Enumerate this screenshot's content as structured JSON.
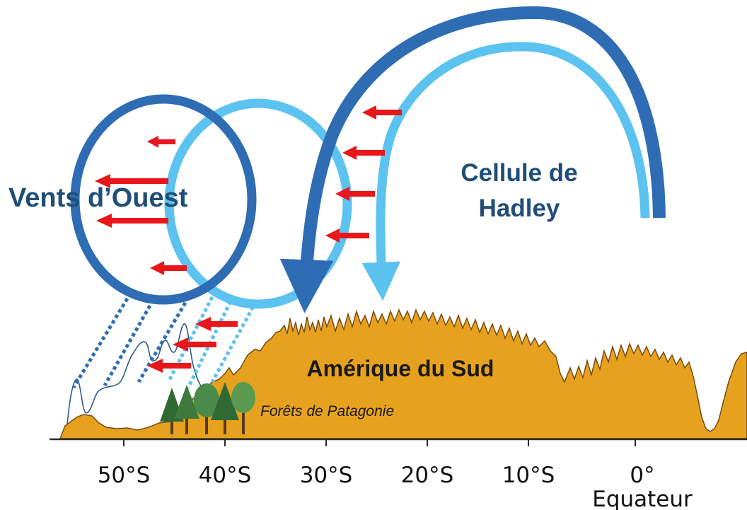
{
  "labels": {
    "westerlies": "Vents d’Ouest",
    "hadley_line1": "Cellule de",
    "hadley_line2": "Hadley",
    "continent": "Amérique du Sud",
    "forests": "Forêts de Patagonie",
    "equator": "Equateur"
  },
  "axis": {
    "ticks": [
      "50°S",
      "40°S",
      "30°S",
      "20°S",
      "10°S",
      "0°"
    ]
  },
  "colors": {
    "dark_blue": "#2e6db4",
    "light_blue": "#5cc2f0",
    "label_blue": "#1f4e79",
    "land": "#e6a21f",
    "land_edge": "#7a4a12",
    "wind_arrow": "#e8171b",
    "precip_line": "#2f5c8f",
    "tree_green": "#3f7a3c"
  },
  "icons": [
    "wind-arrow-icon",
    "tree-icon",
    "circulation-arrowhead-icon"
  ]
}
